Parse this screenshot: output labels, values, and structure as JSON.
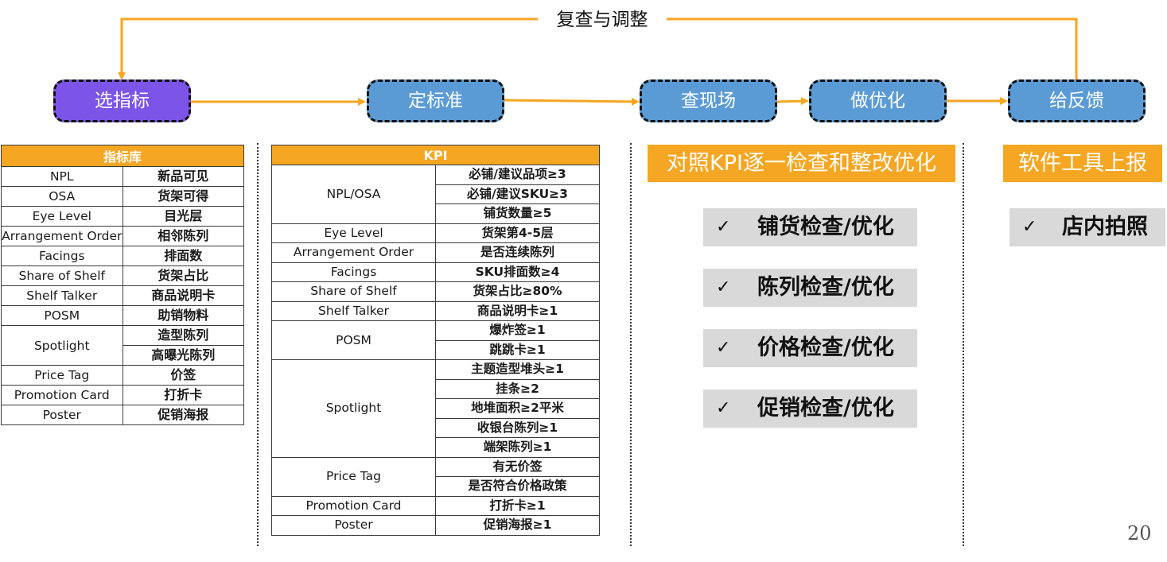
{
  "flow": {
    "loop_label": "复查与调整",
    "steps": [
      "选指标",
      "定标准",
      "查现场",
      "做优化",
      "给反馈"
    ]
  },
  "colors": {
    "accent_orange": "#f5a623",
    "step_purple": "#7d54e8",
    "step_blue": "#5b9bd5",
    "check_bg": "#d9d9d9"
  },
  "library_table": {
    "header": "指标库",
    "rows": [
      {
        "en": "NPL",
        "zh": "新品可见"
      },
      {
        "en": "OSA",
        "zh": "货架可得"
      },
      {
        "en": "Eye Level",
        "zh": "目光层"
      },
      {
        "en": "Arrangement Order",
        "zh": "相邻陈列"
      },
      {
        "en": "Facings",
        "zh": "排面数"
      },
      {
        "en": "Share of Shelf",
        "zh": "货架占比"
      },
      {
        "en": "Shelf Talker",
        "zh": "商品说明卡"
      },
      {
        "en": "POSM",
        "zh": "助销物料"
      },
      {
        "en": "Spotlight",
        "zh": [
          "造型陈列",
          "高曝光陈列"
        ]
      },
      {
        "en": "Price Tag",
        "zh": "价签"
      },
      {
        "en": "Promotion Card",
        "zh": "打折卡"
      },
      {
        "en": "Poster",
        "zh": "促销海报"
      }
    ]
  },
  "kpi_table": {
    "header": "KPI",
    "rows": [
      {
        "en": "NPL/OSA",
        "zh": [
          "必铺/建议品项≥3",
          "必铺/建议SKU≥3",
          "铺货数量≥5"
        ]
      },
      {
        "en": "Eye Level",
        "zh": [
          "货架第4-5层"
        ]
      },
      {
        "en": "Arrangement Order",
        "zh": [
          "是否连续陈列"
        ]
      },
      {
        "en": "Facings",
        "zh": [
          "SKU排面数≥4"
        ]
      },
      {
        "en": "Share of Shelf",
        "zh": [
          "货架占比≥80%"
        ]
      },
      {
        "en": "Shelf Talker",
        "zh": [
          "商品说明卡≥1"
        ]
      },
      {
        "en": "POSM",
        "zh": [
          "爆炸签≥1",
          "跳跳卡≥1"
        ]
      },
      {
        "en": "Spotlight",
        "zh": [
          "主题造型堆头≥1",
          "挂条≥2",
          "地堆面积≥2平米",
          "收银台陈列≥1",
          "端架陈列≥1"
        ]
      },
      {
        "en": "Price Tag",
        "zh": [
          "有无价签",
          "是否符合价格政策"
        ]
      },
      {
        "en": "Promotion Card",
        "zh": [
          "打折卡≥1"
        ]
      },
      {
        "en": "Poster",
        "zh": [
          "促销海报≥1"
        ]
      }
    ]
  },
  "check_panel": {
    "banner": "对照KPI逐一检查和整改优化",
    "check_mark": "✓",
    "items": [
      "铺货检查/优化",
      "陈列检查/优化",
      "价格检查/优化",
      "促销检查/优化"
    ]
  },
  "report_panel": {
    "banner": "软件工具上报",
    "check_mark": "✓",
    "items": [
      "店内拍照"
    ]
  },
  "page_number": "20"
}
